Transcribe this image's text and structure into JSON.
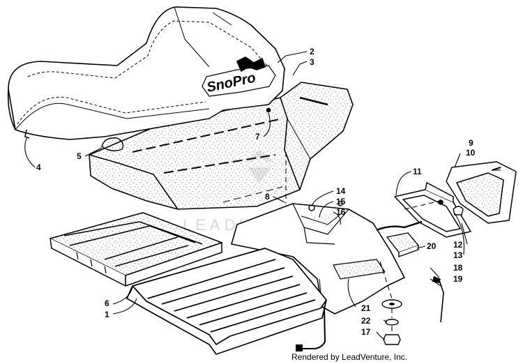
{
  "diagram": {
    "callouts": [
      {
        "id": "c1",
        "label": "1"
      },
      {
        "id": "c2",
        "label": "2"
      },
      {
        "id": "c3",
        "label": "3"
      },
      {
        "id": "c4",
        "label": "4"
      },
      {
        "id": "c5",
        "label": "5"
      },
      {
        "id": "c6",
        "label": "6"
      },
      {
        "id": "c7",
        "label": "7"
      },
      {
        "id": "c8",
        "label": "8"
      },
      {
        "id": "c9",
        "label": "9"
      },
      {
        "id": "c10",
        "label": "10"
      },
      {
        "id": "c11",
        "label": "11"
      },
      {
        "id": "c12",
        "label": "12"
      },
      {
        "id": "c13",
        "label": "13"
      },
      {
        "id": "c14",
        "label": "14"
      },
      {
        "id": "c15",
        "label": "15"
      },
      {
        "id": "c16",
        "label": "16"
      },
      {
        "id": "c17",
        "label": "17"
      },
      {
        "id": "c18",
        "label": "18"
      },
      {
        "id": "c19",
        "label": "19"
      },
      {
        "id": "c20",
        "label": "20"
      },
      {
        "id": "c21",
        "label": "21"
      },
      {
        "id": "c22",
        "label": "22"
      }
    ],
    "seat_logo": "SnoPro",
    "watermark": "LEADVENTURE",
    "footer": "Rendered by LeadVenture, Inc.",
    "colors": {
      "ink": "#000000",
      "speckle": "#9a9a9a",
      "watermark": "#d8d8d8"
    }
  }
}
